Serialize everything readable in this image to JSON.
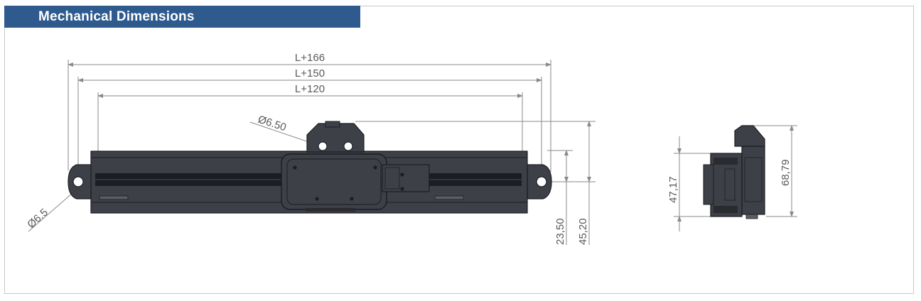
{
  "header": {
    "title": "Mechanical Dimensions"
  },
  "front_view": {
    "dim_overall": "L+166",
    "dim_mount": "L+150",
    "dim_stroke": "L+120",
    "dim_hole_top": "Ø6.50",
    "dim_hole_end": "Ø6.5",
    "dim_height_low": "23,50",
    "dim_height_high": "45,20"
  },
  "side_view": {
    "dim_height_body": "47,17",
    "dim_height_total": "68,79"
  },
  "colors": {
    "header": "#2e5a8e",
    "part_fill": "#3e4048",
    "part_edge": "#1c1d22",
    "dim_line": "#8a8a8a"
  }
}
